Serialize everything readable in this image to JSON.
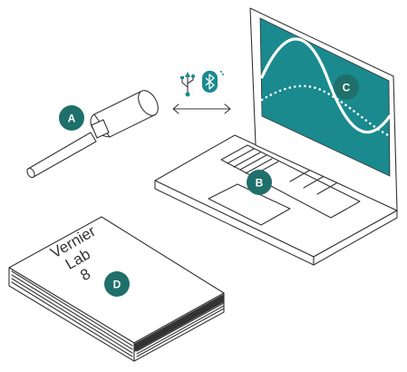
{
  "figure": {
    "callouts": [
      {
        "id": "a",
        "label": "A"
      },
      {
        "id": "b",
        "label": "B"
      },
      {
        "id": "c",
        "label": "C"
      },
      {
        "id": "d",
        "label": "D"
      }
    ],
    "book_cover_lines": [
      "Vernier",
      "Lab",
      "8"
    ],
    "icons": [
      "usb-icon",
      "bluetooth-icon",
      "double-arrow-icon"
    ],
    "colors": {
      "accent": "#1a8a8f",
      "callout": "#1f6f6a",
      "line": "#333333",
      "background": "#ffffff"
    }
  }
}
